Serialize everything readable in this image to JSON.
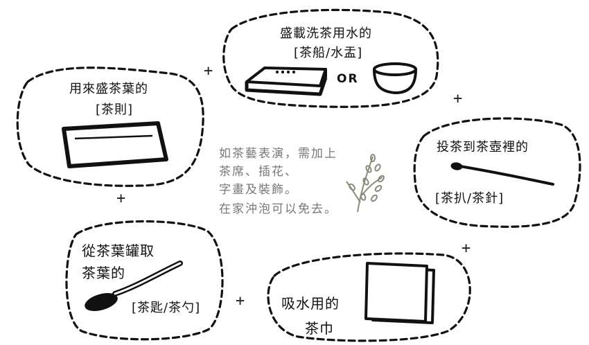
{
  "colors": {
    "ink": "#111111",
    "note": "#777777",
    "plant": "#8a8a7a"
  },
  "boxes": {
    "tea_holder": {
      "line1": "用來盛茶葉的",
      "line2": "[茶則]"
    },
    "tea_boat": {
      "line1": "盛載洗茶用水的",
      "line2": "[茶船/水盂]",
      "or": "OR"
    },
    "tea_pick": {
      "line1": "投茶到茶壺裡的",
      "line2": "[茶扒/茶針]"
    },
    "tea_spoon": {
      "line1": "從茶葉罐取",
      "line2": "茶葉的",
      "line3": "[茶匙/茶勺]"
    },
    "tea_towel": {
      "line1": "吸水用的",
      "line2": "茶巾"
    }
  },
  "note": {
    "line1": "如茶藝表演，需加上",
    "line2": "茶席、插花、",
    "line3": "字畫及裝飾。",
    "line4": "在家沖泡可以免去。"
  },
  "plus_sign": "+",
  "icons": [
    "tea-holder-icon",
    "tea-boat-icon",
    "water-bowl-icon",
    "tea-pick-icon",
    "tea-spoon-icon",
    "tea-towel-icon",
    "plant-icon"
  ]
}
